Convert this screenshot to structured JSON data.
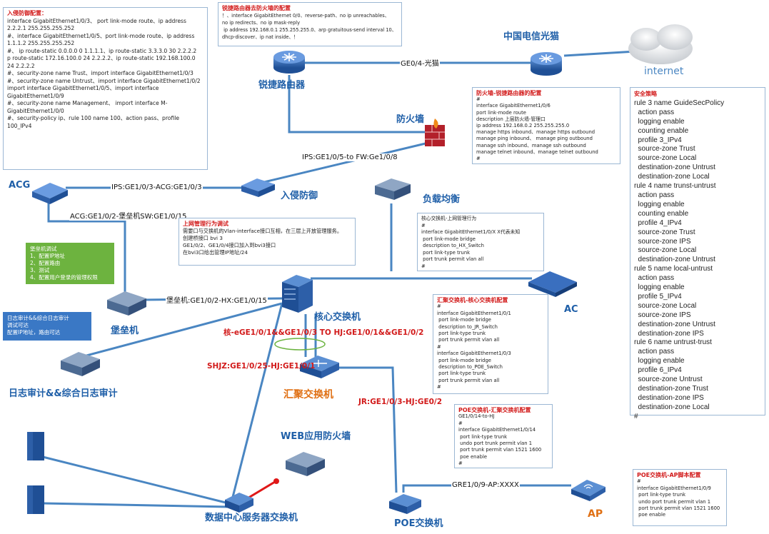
{
  "nodes": {
    "router": "锐捷路由器",
    "telecom": "中国电信光猫",
    "internet": "internet",
    "firewall": "防火墙",
    "acg": "ACG",
    "ips": "入侵防御",
    "lb": "负载均衡",
    "bastion": "堡垒机",
    "core": "核心交换机",
    "ac": "AC",
    "log": "日志审计&&综合日志审计",
    "agg": "汇聚交换机",
    "waf": "WEB应用防火墙",
    "dc": "数据中心服务器交换机",
    "poe": "POE交换机",
    "ap": "AP"
  },
  "links": {
    "router_telecom": "GE0/4-光猫",
    "fw_ips": "IPS:GE1/0/5-to FW:Ge1/0/8",
    "acg_ips": "IPS:GE1/0/3-ACG:GE1/0/3",
    "acg_sw": "ACG:GE1/0/2-堡垒机SW:GE1/0/15",
    "bastion_core": "堡垒机:GE1/0/2-HX:GE1/0/15",
    "core_agg": "核-eGE1/0/1&&GE1/0/3 TO HJ:GE1/0/1&&GE1/0/2",
    "shjz": "SHJZ:GE1/0/25-HJ:GE1/0/1",
    "jr": "JR:GE1/0/3-HJ:GE0/2",
    "poe_ap": "GRE1/0/9-AP:XXXX"
  },
  "boxes": {
    "ips_cfg": {
      "title": "入侵防御配置：",
      "lines": [
        "interface GigabitEthernet1/0/3、 port link-mode route、ip address 2.2.2.1 255.255.255.252",
        "#、interface GigabitEthernet1/0/5、port link-mode route、ip address 1.1.1.2 255.255.255.252",
        "#、 ip route-static 0.0.0.0 0 1.1.1.1、ip route-static 3.3.3.0 30 2.2.2.2",
        " p route-static 172.16.100.0 24 2.2.2.2、ip route-static 192.168.100.0 24 2.2.2.2",
        "#、security-zone name Trust、import interface GigabitEthernet1/0/3",
        "#、security-zone name Untrust、import interface GigabitEthernet1/0/2",
        " import interface GigabitEthernet1/0/5、import interface GigabitEthernet1/0/9",
        "#、security-zone name Management、 import interface M-GigabitEthernet1/0/0",
        "#、security-policy ip、rule 100 name 100、action pass、profile 100_IPv4"
      ]
    },
    "router_fw": {
      "title": "锐捷路由器去防火墙的配置",
      "lines": [
        "！、interface GigabitEthernet 0/0、reverse-path、no ip unreachables、",
        "no ip redirects、no ip mask-reply",
        " ip address 192.168.0.1 255.255.255.0、arp gratuitous-send interval 10、",
        "dhcp-discover、ip nat inside、！"
      ]
    },
    "fw_router": {
      "title": "防火墙-锐捷路由器的配置",
      "lines": [
        "#",
        "interface GigabitEthernet1/0/6",
        "port link-mode route",
        "description 上层防火墙-管理口",
        "ip address 192.168.0.2 255.255.255.0",
        "manage https inbound、manage https outbound",
        "manage ping inbound、 manage ping outbound",
        "manage ssh inbound、manage ssh outbound",
        "manage telnet inbound、manage telnet outbound",
        "#"
      ]
    },
    "uplink": {
      "title": "上网管理行为调试",
      "lines": [
        "需要口与交换机的Vlan-interface接口互相，在三层上开放管理服务。",
        "创建桥接口 bvi 3",
        "GE1/0/2、GE1/0/4接口加入到bvi3接口",
        "在bvi3口给出管理IP地址/24"
      ]
    },
    "core_uplink": {
      "title": "",
      "lines": [
        "核心交换机-上网管理行为",
        "#",
        "interface GigabitEthernet1/0/X X代表未知",
        " port link-mode bridge",
        " description to_HX_Switch",
        " port link-type trunk",
        " port trunk permit vlan all",
        "#"
      ]
    },
    "agg_core": {
      "title": "汇聚交换机-核心交换机配置",
      "lines": [
        "#",
        "interface GigabitEthernet1/0/1",
        " port link-mode bridge",
        " description to_JR_Switch",
        " port link-type trunk",
        " port trunk permit vlan all",
        "#",
        "interface GigabitEthernet1/0/3",
        " port link-mode bridge",
        " description to_POE_Switch",
        " port link-type trunk",
        " port trunk permit vlan all",
        "#"
      ]
    },
    "poe_agg": {
      "title": "POE交换机-汇聚交换机配置",
      "lines": [
        "GE1/0/14-to-HJ",
        "#",
        "interface GigabitEthernet1/0/14",
        " port link-type trunk",
        " undo port trunk permit vlan 1",
        " port trunk permit vlan 1521 1600",
        " poe enable",
        "#"
      ]
    },
    "poe_ap": {
      "title": "POE交换机-AP脚本配置",
      "lines": [
        "#",
        "interface GigabitEthernet1/0/9",
        " port link-type trunk",
        " undo port trunk permit vlan 1",
        " port trunk permit vlan 1521 1600",
        " poe enable"
      ]
    },
    "bastion_note": {
      "lines": [
        "堡垒机调试",
        "1、配置IP地址",
        "2、配置路由",
        "3、测试",
        "4、配置用户登录的管理权限"
      ]
    },
    "log_note": {
      "lines": [
        "日志审计&&综合日志审计",
        "调试可达",
        "配置IP地址，路由可达"
      ]
    }
  },
  "policy": {
    "title": "安全策略",
    "lines": [
      "rule 3 name GuideSecPolicy",
      "  action pass",
      "  logging enable",
      "  counting enable",
      "  profile 3_IPv4",
      "  source-zone Trust",
      "  source-zone Local",
      "  destination-zone Untrust",
      "  destination-zone Local",
      "rule 4 name trunst-untrust",
      "  action pass",
      "  logging enable",
      "  counting enable",
      "  profile 4_IPv4",
      "  source-zone Trust",
      "  source-zone IPS",
      "  source-zone Local",
      "  destination-zone Untrust",
      "rule 5 name local-untrust",
      "  action pass",
      "  logging enable",
      "  profile 5_IPv4",
      "  source-zone Local",
      "  source-zone IPS",
      "  destination-zone Untrust",
      "  destination-zone IPS",
      "rule 6 name untrust-trust",
      "  action pass",
      "  logging enable",
      "  profile 6_IPv4",
      "  source-zone Untrust",
      "  destination-zone Trust",
      "  destination-zone IPS",
      "  destination-zone Local",
      "#"
    ]
  },
  "colors": {
    "line": "#4a86c2",
    "device": "#2d5fa8",
    "title_red": "#d21a1a",
    "label_orange": "#e07014",
    "node_blue": "#1f5fa8"
  }
}
